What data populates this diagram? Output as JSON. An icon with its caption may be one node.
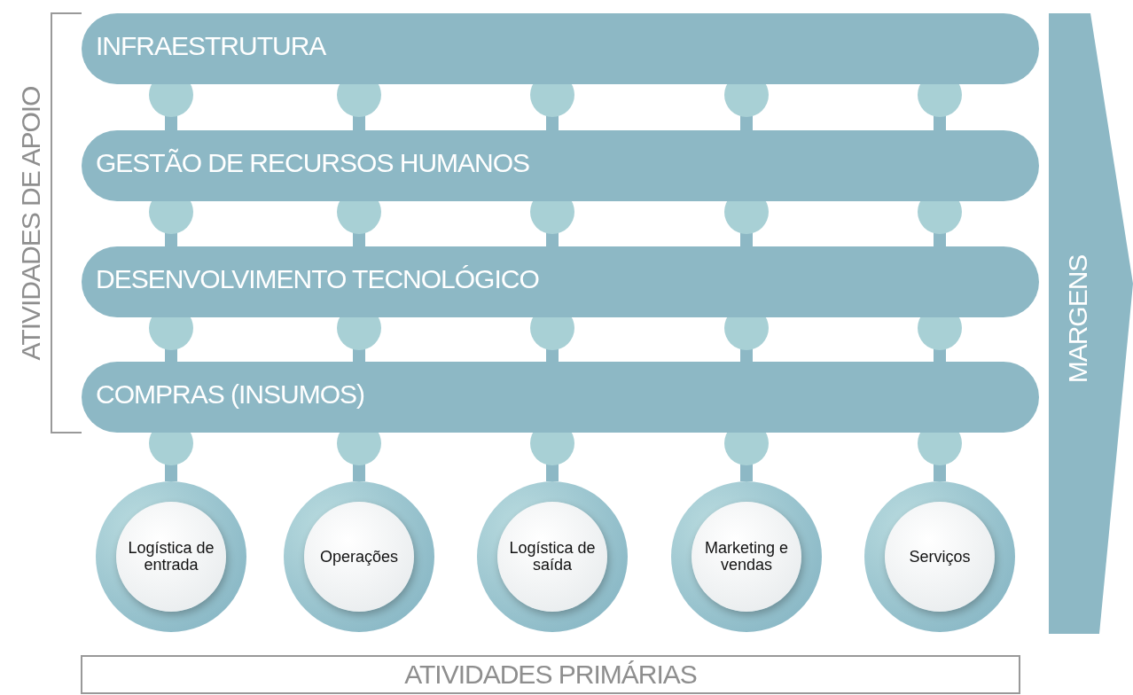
{
  "diagram": {
    "nodes": [
      {
        "text": [
          "INFRAESTRUTURA"
        ]
      },
      {
        "text": [
          "GESTÃO DE RECURSOS HUMANOS"
        ]
      },
      {
        "text": [
          "DESENVOLVIMENTO TECNOLÓGICO"
        ]
      },
      {
        "text": [
          "COMPRAS (INSUMOS)"
        ]
      },
      {
        "text": [
          "Logística de entrada"
        ]
      },
      {
        "text": [
          "Operações"
        ]
      },
      {
        "text": [
          "Logística de saída"
        ]
      },
      {
        "text": [
          "Marketing e vendas"
        ]
      },
      {
        "text": [
          "Serviços"
        ]
      },
      {
        "text": [
          "MARGENS"
        ]
      }
    ],
    "edges": [
      {
        "from": 0,
        "to": 1,
        "arrow": "other"
      },
      {
        "from": 0,
        "to": 1,
        "arrow": "other"
      },
      {
        "from": 0,
        "to": 1,
        "arrow": "other"
      },
      {
        "from": 0,
        "to": 1,
        "arrow": "other"
      },
      {
        "from": 0,
        "to": 1,
        "arrow": "other"
      },
      {
        "from": 1,
        "to": 2,
        "arrow": "other"
      },
      {
        "from": 1,
        "to": 2,
        "arrow": "other"
      },
      {
        "from": 1,
        "to": 2,
        "arrow": "other"
      },
      {
        "from": 1,
        "to": 2,
        "arrow": "other"
      },
      {
        "from": 1,
        "to": 2,
        "arrow": "other"
      },
      {
        "from": 2,
        "to": 3,
        "arrow": "other"
      },
      {
        "from": 2,
        "to": 3,
        "arrow": "other"
      },
      {
        "from": 2,
        "to": 3,
        "arrow": "other"
      },
      {
        "from": 2,
        "to": 3,
        "arrow": "other"
      },
      {
        "from": 2,
        "to": 3,
        "arrow": "other"
      },
      {
        "from": 3,
        "to": 4,
        "arrow": "other"
      },
      {
        "from": 3,
        "to": 5,
        "arrow": "other"
      },
      {
        "from": 3,
        "to": 6,
        "arrow": "other"
      },
      {
        "from": 3,
        "to": 7,
        "arrow": "other"
      },
      {
        "from": 3,
        "to": 8,
        "arrow": "other"
      }
    ],
    "labels": [
      "ATIVIDADES DE APOIO",
      "ATIVIDADES PRIMÁRIAS"
    ]
  }
}
